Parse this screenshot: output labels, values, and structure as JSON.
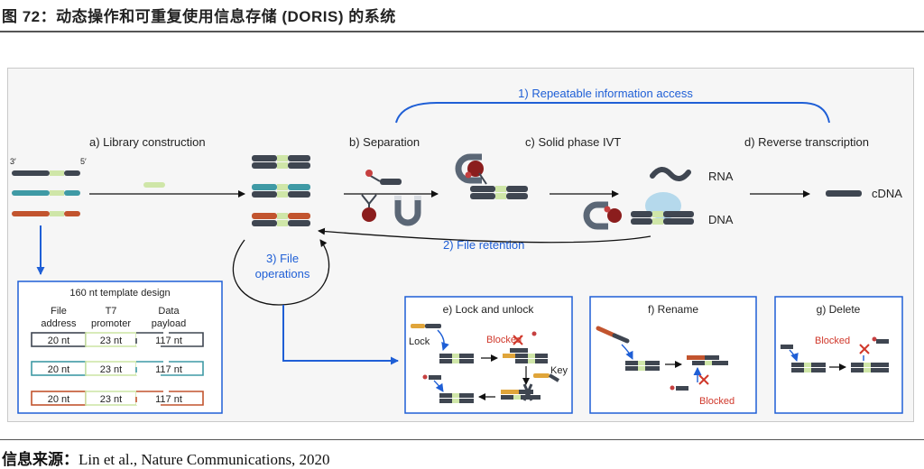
{
  "figure": {
    "title": "图 72：动态操作和可重复使用信息存储 (DORIS) 的系统",
    "source_label": "信息来源：",
    "source_text": "Lin et al., Nature Communications, 2020"
  },
  "diagram": {
    "top_arrow": "1) Repeatable information access",
    "steps": {
      "a": "a) Library construction",
      "b": "b) Separation",
      "c": "c) Solid phase IVT",
      "d": "d) Reverse transcription"
    },
    "ends": {
      "three_prime": "3′",
      "five_prime": "5′"
    },
    "molecules": {
      "rna": "RNA",
      "dna": "DNA",
      "cdna": "cDNA"
    },
    "retention": "2) File retention",
    "file_ops": [
      "3) File",
      "operations"
    ],
    "template": {
      "title": "160 nt template design",
      "headers": [
        [
          "File",
          "address"
        ],
        [
          "T7",
          "promoter"
        ],
        [
          "Data",
          "payload"
        ]
      ],
      "cells": [
        "20 nt",
        "23 nt",
        "117 nt"
      ]
    },
    "subpanels": {
      "e": {
        "title": "e) Lock and unlock",
        "lock": "Lock",
        "blocked": "Blocked",
        "key": "Key"
      },
      "f": {
        "title": "f) Rename",
        "blocked": "Blocked"
      },
      "g": {
        "title": "g) Delete",
        "blocked": "Blocked"
      }
    },
    "colors": {
      "dark_strand": "#3f4651",
      "light_green": "#cfe6a8",
      "teal": "#3f9aa5",
      "orange": "#c2542e",
      "blue_arrow": "#1f5fd6",
      "red_text": "#d0382b",
      "bead": "#8b1d1d",
      "magnet": "#5b6776",
      "polymerase": "#a9d4ea",
      "lock_strand": "#e0a53a"
    }
  }
}
